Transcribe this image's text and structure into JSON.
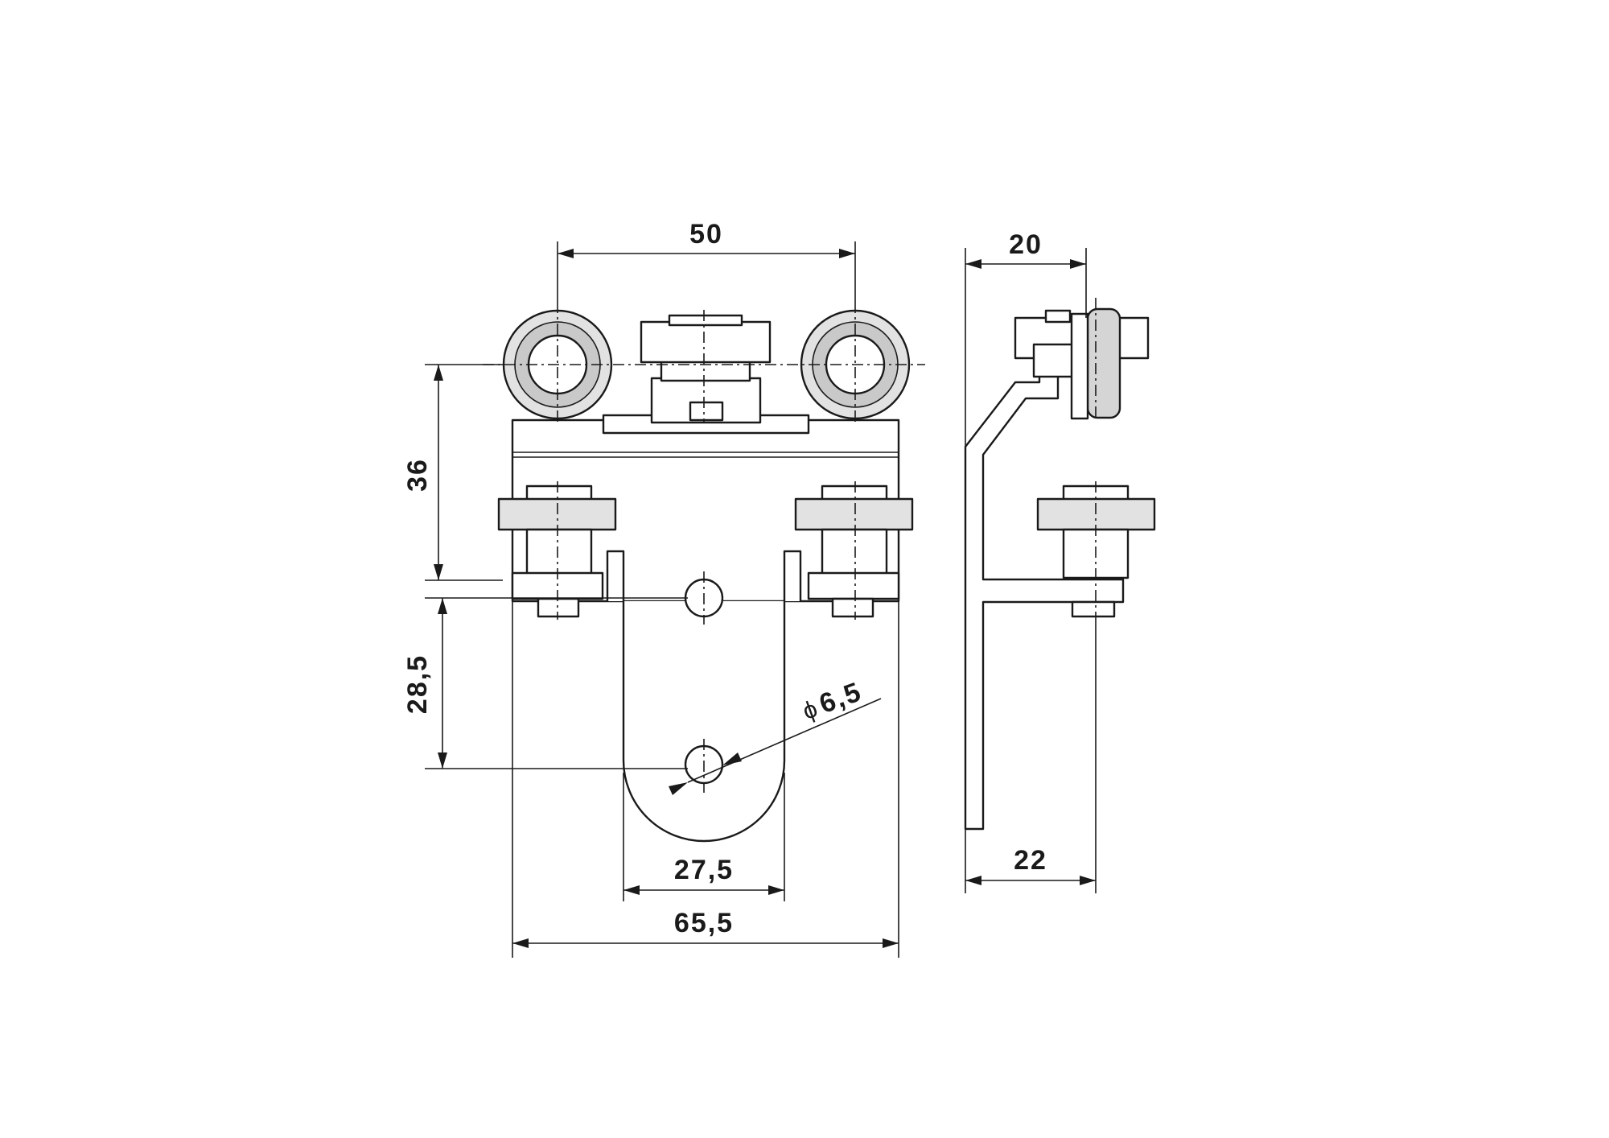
{
  "drawing": {
    "dimensions": {
      "wheel_spacing": "50",
      "side_depth_top": "20",
      "height_to_hole": "36",
      "hole_spacing": "28,5",
      "hole_diameter": "6,5",
      "slot_width": "27,5",
      "overall_width": "65,5",
      "side_depth_bottom": "22"
    },
    "symbols": {
      "diameter": "ϕ"
    }
  }
}
